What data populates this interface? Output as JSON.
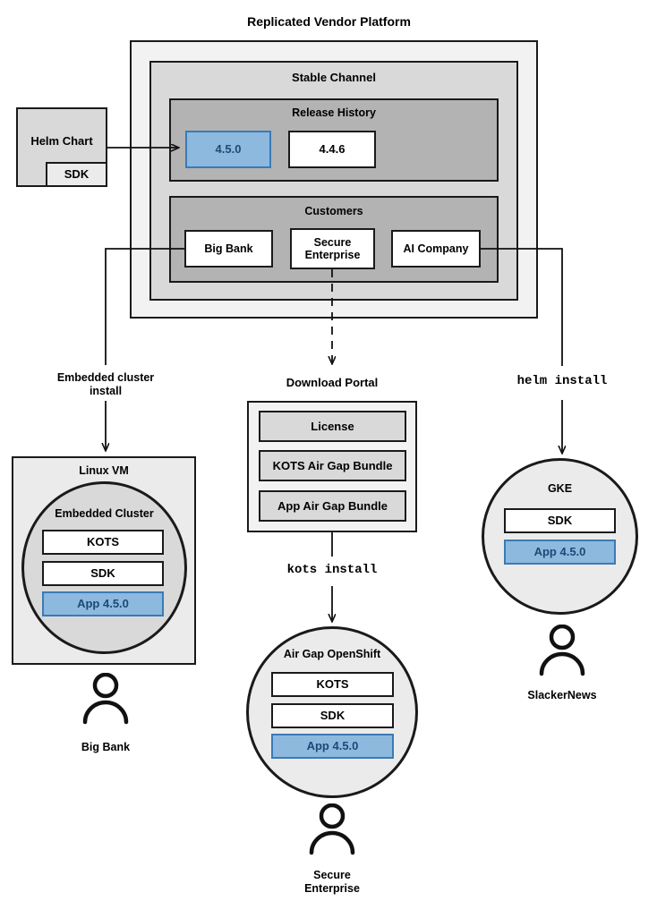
{
  "diagram": {
    "title": "Replicated Vendor Platform",
    "type": "architecture-flow"
  },
  "platform": {
    "title": "Replicated Vendor Platform",
    "channel": {
      "title": "Stable Channel",
      "release_history": {
        "title": "Release History",
        "releases": [
          {
            "version": "4.5.0",
            "highlighted": true
          },
          {
            "version": "4.4.6",
            "highlighted": false
          }
        ]
      },
      "customers": {
        "title": "Customers",
        "items": [
          {
            "name": "Big Bank"
          },
          {
            "name": "Secure\nEnterprise"
          },
          {
            "name": "AI Company"
          }
        ]
      }
    }
  },
  "source": {
    "helm_chart": "Helm Chart",
    "sdk": "SDK"
  },
  "flows": {
    "embedded_cluster_install": "Embedded cluster\ninstall",
    "kots_install": "kots install",
    "helm_install": "helm install"
  },
  "download_portal": {
    "title": "Download Portal",
    "artifacts": [
      {
        "label": "License"
      },
      {
        "label": "KOTS Air Gap Bundle"
      },
      {
        "label": "App Air Gap Bundle"
      }
    ]
  },
  "targets": [
    {
      "id": "linux-vm",
      "outer_label": "Linux VM",
      "inner_label": "Embedded Cluster",
      "components": [
        {
          "label": "KOTS",
          "highlighted": false
        },
        {
          "label": "SDK",
          "highlighted": false
        },
        {
          "label": "App 4.5.0",
          "highlighted": true
        }
      ],
      "user": "Big Bank"
    },
    {
      "id": "air-gap-openshift",
      "outer_label": "",
      "inner_label": "Air Gap OpenShift",
      "components": [
        {
          "label": "KOTS",
          "highlighted": false
        },
        {
          "label": "SDK",
          "highlighted": false
        },
        {
          "label": "App 4.5.0",
          "highlighted": true
        }
      ],
      "user": "Secure\nEnterprise"
    },
    {
      "id": "gke",
      "outer_label": "",
      "inner_label": "GKE",
      "components": [
        {
          "label": "SDK",
          "highlighted": false
        },
        {
          "label": "App 4.5.0",
          "highlighted": true
        }
      ],
      "user": "SlackerNews"
    }
  ],
  "colors": {
    "highlight_fill": "#8cb9dd",
    "highlight_border": "#3b7ab5",
    "highlight_text": "#1b4a78",
    "platform_fill": "#f2f2f2",
    "channel_fill": "#d9d9d9",
    "section_fill": "#b3b3b3",
    "stroke": "#1a1a1a"
  }
}
